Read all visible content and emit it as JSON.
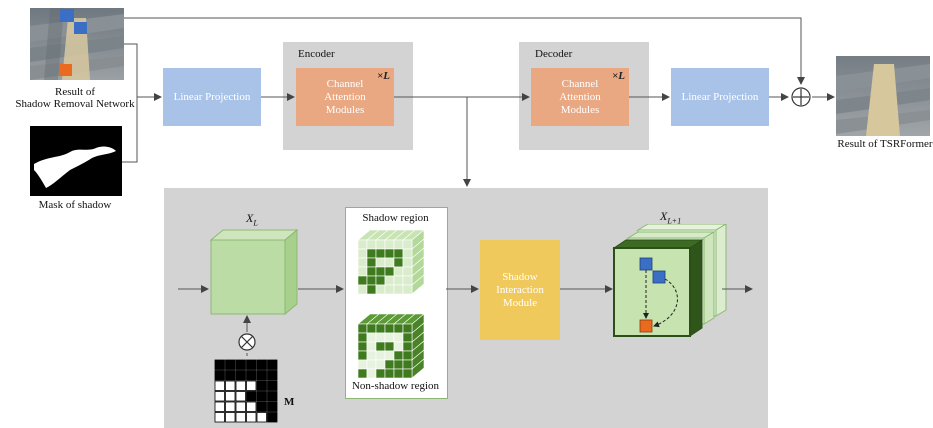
{
  "input": {
    "result_label_line1": "Result of",
    "result_label_line2": "Shadow Removal Network",
    "mask_label": "Mask of shadow"
  },
  "output": {
    "label": "Result of TSRFormer"
  },
  "encoder": {
    "title": "Encoder",
    "module_line1": "Channel",
    "module_line2": "Attention",
    "module_line3": "Modules",
    "repeat": "×L"
  },
  "decoder": {
    "title": "Decoder",
    "module_line1": "Channel",
    "module_line2": "Attention",
    "module_line3": "Modules",
    "repeat": "×L"
  },
  "linear_projection_in": "Linear Projection",
  "linear_projection_out": "Linear Projection",
  "detail": {
    "xl_label": "X",
    "xl_sub": "L",
    "xl1_label": "X",
    "xl1_sub": "L+1",
    "shadow_region": "Shadow region",
    "non_shadow_region": "Non-shadow region",
    "mask_symbol": "M",
    "interaction_line1": "Shadow",
    "interaction_line2": "Interaction",
    "interaction_line3": "Module"
  },
  "colors": {
    "linear_projection": "#a9c3e8",
    "channel_attention": "#e9a882",
    "panel_gray": "#d3d3d3",
    "shadow_interaction": "#f0c95c",
    "feature_green": "#b9dca0",
    "dark_green": "#3d6b23",
    "accent_blue": "#3b6fc6",
    "accent_orange": "#ea6a1f"
  }
}
